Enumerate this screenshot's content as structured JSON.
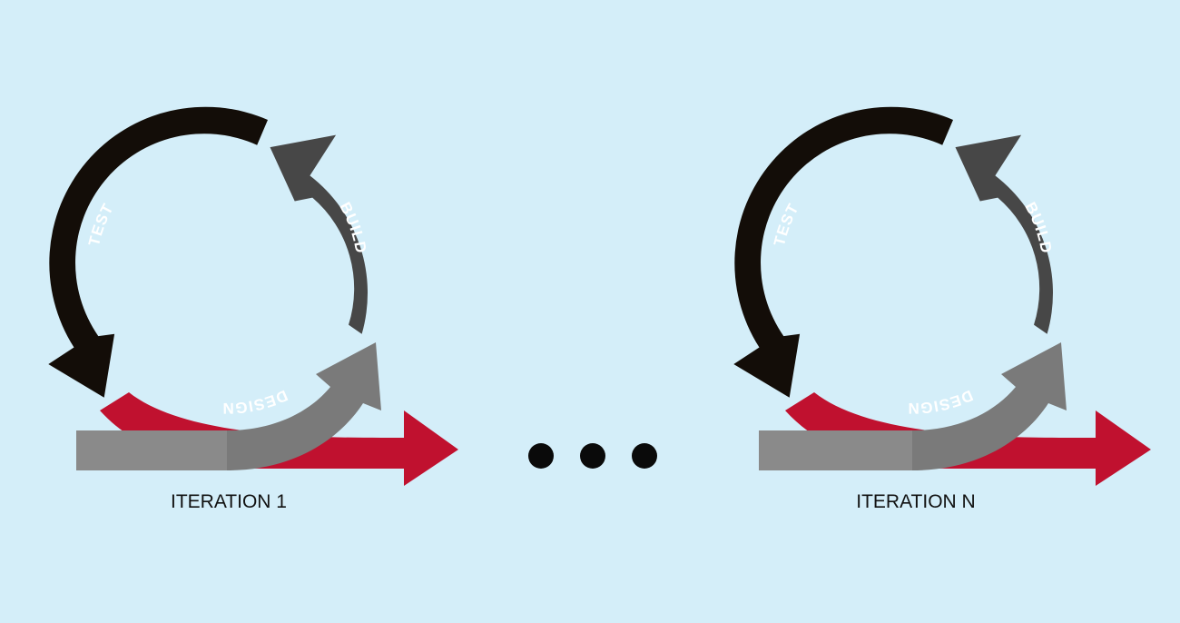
{
  "colors": {
    "background": "#d4eef9",
    "test": "#130d08",
    "build": "#474747",
    "design": "#7a7a7a",
    "timeline": "#c0112f",
    "bar": "#8a8a8a",
    "dots": "#0a0a0a"
  },
  "cycles": [
    {
      "test_label": "TEST",
      "build_label": "BUILD",
      "design_label": "DESIGN",
      "iteration_label": "ITERATION 1"
    },
    {
      "test_label": "TEST",
      "build_label": "BUILD",
      "design_label": "DESIGN",
      "iteration_label": "ITERATION N"
    }
  ]
}
